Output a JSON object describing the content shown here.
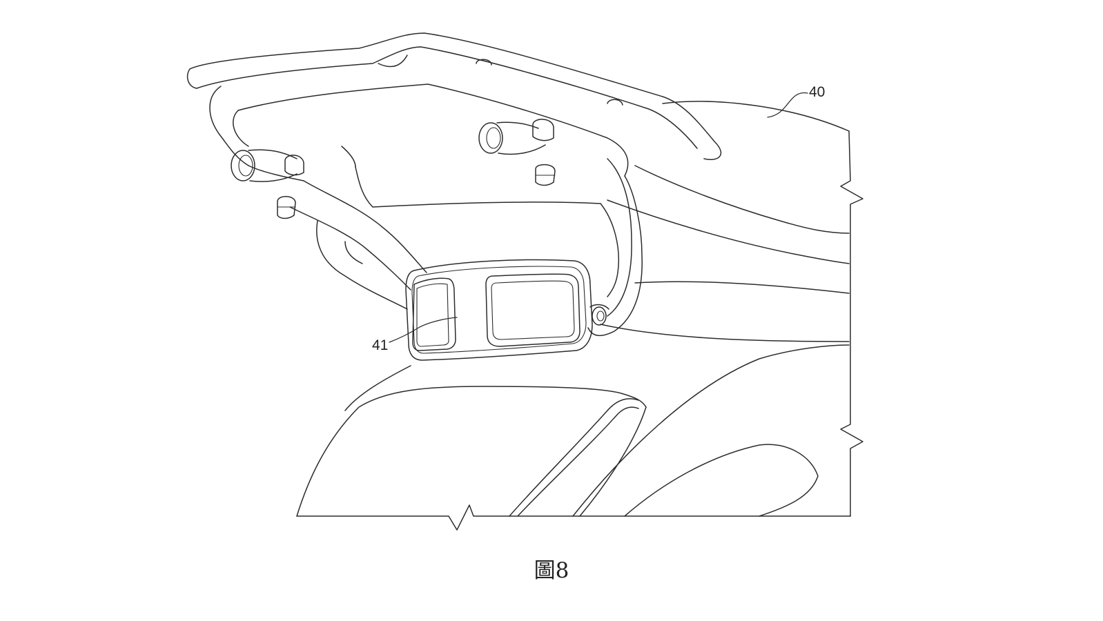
{
  "figure": {
    "caption": "圖8",
    "reference_numerals": {
      "vehicle_body": "40",
      "display_module": "41"
    },
    "line_color": "#2b2b2b",
    "background_color": "#ffffff"
  }
}
